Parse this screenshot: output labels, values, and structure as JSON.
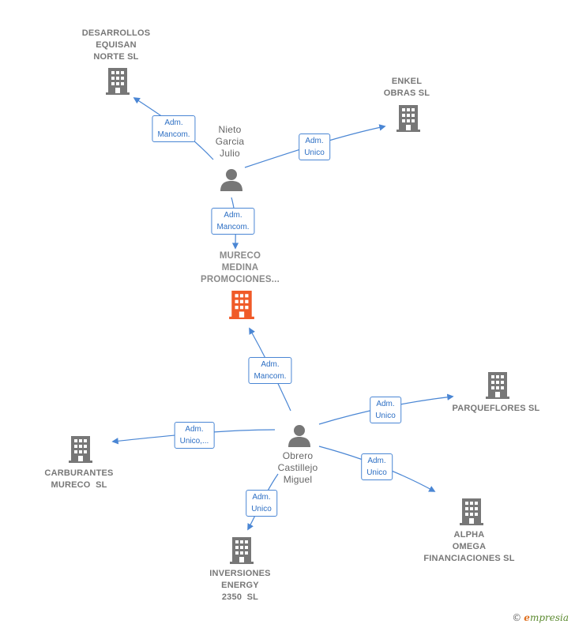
{
  "colors": {
    "edge": "#4a86d4",
    "company": "#777777",
    "main_company": "#f05a28",
    "person": "#777777"
  },
  "nodes": {
    "desarrollos": {
      "label": "DESARROLLOS\nEQUISAN\nNORTE SL",
      "icon": "building-icon"
    },
    "enkel": {
      "label": "ENKEL\nOBRAS SL",
      "icon": "building-icon"
    },
    "nieto": {
      "label": "Nieto\nGarcia\nJulio",
      "icon": "person-icon"
    },
    "mureco": {
      "label": "MURECO\nMEDINA\nPROMOCIONES...",
      "icon": "building-icon"
    },
    "parqueflores": {
      "label": "PARQUEFLORES SL",
      "icon": "building-icon"
    },
    "carburantes": {
      "label": "CARBURANTES\nMURECO  SL",
      "icon": "building-icon"
    },
    "obrero": {
      "label": "Obrero\nCastillejo\nMiguel",
      "icon": "person-icon"
    },
    "alpha": {
      "label": "ALPHA\nOMEGA\nFINANCIACIONES SL",
      "icon": "building-icon"
    },
    "inversiones": {
      "label": "INVERSIONES\nENERGY\n2350  SL",
      "icon": "building-icon"
    }
  },
  "edges": {
    "nieto_desarrollos": "Adm.\nMancom.",
    "nieto_enkel": "Adm.\nUnico",
    "nieto_mureco": "Adm.\nMancom.",
    "obrero_mureco": "Adm.\nMancom.",
    "obrero_parqueflores": "Adm.\nUnico",
    "obrero_carburantes": "Adm.\nUnico,...",
    "obrero_alpha": "Adm.\nUnico",
    "obrero_inversiones": "Adm.\nUnico"
  },
  "brand": {
    "copyright": "©",
    "first_letter": "e",
    "rest": "mpresia"
  }
}
